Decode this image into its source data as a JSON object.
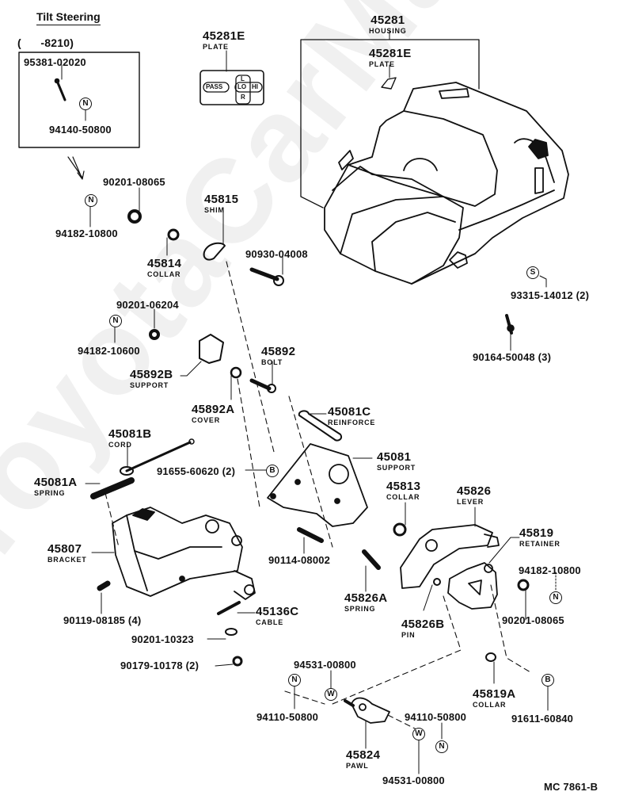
{
  "header": {
    "title": "Tilt Steering",
    "range_note": "(      -8210)"
  },
  "watermark": "ToyotaCarMaster.ru",
  "footer": {
    "code": "MC 7861-B"
  },
  "inset_box": {
    "parts": [
      {
        "number": "95381-02020"
      },
      {
        "number": "94140-50800",
        "symbol": "N"
      }
    ]
  },
  "parts": {
    "p45281": {
      "number": "45281",
      "name": "HOUSING"
    },
    "p45281E_top": {
      "number": "45281E",
      "name": "PLATE"
    },
    "p45281E_left": {
      "number": "45281E",
      "name": "PLATE"
    },
    "plate_text": {
      "pass": "PASS",
      "lo": "LO",
      "hi": "HI",
      "l": "L",
      "r": "R"
    },
    "p93315": {
      "number": "93315-14012 (2)",
      "symbol": "S"
    },
    "p90164": {
      "number": "90164-50048 (3)"
    },
    "p90201_08065_a": {
      "number": "90201-08065"
    },
    "p94182_10800_a": {
      "number": "94182-10800",
      "symbol": "N"
    },
    "p45814": {
      "number": "45814",
      "name": "COLLAR"
    },
    "p45815": {
      "number": "45815",
      "name": "SHIM"
    },
    "p90930": {
      "number": "90930-04008"
    },
    "p90201_06204": {
      "number": "90201-06204"
    },
    "p94182_10600": {
      "number": "94182-10600",
      "symbol": "N"
    },
    "p45892B": {
      "number": "45892B",
      "name": "SUPPORT"
    },
    "p45892": {
      "number": "45892",
      "name": "BOLT"
    },
    "p45892A": {
      "number": "45892A",
      "name": "COVER"
    },
    "p45081C": {
      "number": "45081C",
      "name": "REINFORCE"
    },
    "p45081B": {
      "number": "45081B",
      "name": "CORD"
    },
    "p45081": {
      "number": "45081",
      "name": "SUPPORT"
    },
    "p91655": {
      "number": "91655-60620 (2)",
      "symbol": "B"
    },
    "p45081A": {
      "number": "45081A",
      "name": "SPRING"
    },
    "p45813": {
      "number": "45813",
      "name": "COLLAR"
    },
    "p45826": {
      "number": "45826",
      "name": "LEVER"
    },
    "p45807": {
      "number": "45807",
      "name": "BRACKET"
    },
    "p45819": {
      "number": "45819",
      "name": "RETAINER"
    },
    "p90114": {
      "number": "90114-08002"
    },
    "p94182_10800_b": {
      "number": "94182-10800",
      "symbol": "N"
    },
    "p45826A": {
      "number": "45826A",
      "name": "SPRING"
    },
    "p90119": {
      "number": "90119-08185 (4)"
    },
    "p45136C": {
      "number": "45136C",
      "name": "CABLE"
    },
    "p45826B": {
      "number": "45826B",
      "name": "PIN"
    },
    "p90201_08065_b": {
      "number": "90201-08065"
    },
    "p90201_10323": {
      "number": "90201-10323"
    },
    "p90179": {
      "number": "90179-10178 (2)"
    },
    "p94531_a": {
      "number": "94531-00800",
      "symbol": "W"
    },
    "p94110_a": {
      "number": "94110-50800",
      "symbol": "N"
    },
    "p45819A": {
      "number": "45819A",
      "name": "COLLAR"
    },
    "p91611": {
      "number": "91611-60840",
      "symbol": "B"
    },
    "p94110_b": {
      "number": "94110-50800",
      "symbol": "N"
    },
    "p45824": {
      "number": "45824",
      "name": "PAWL"
    },
    "p94531_b": {
      "number": "94531-00800",
      "symbol": "W"
    }
  }
}
